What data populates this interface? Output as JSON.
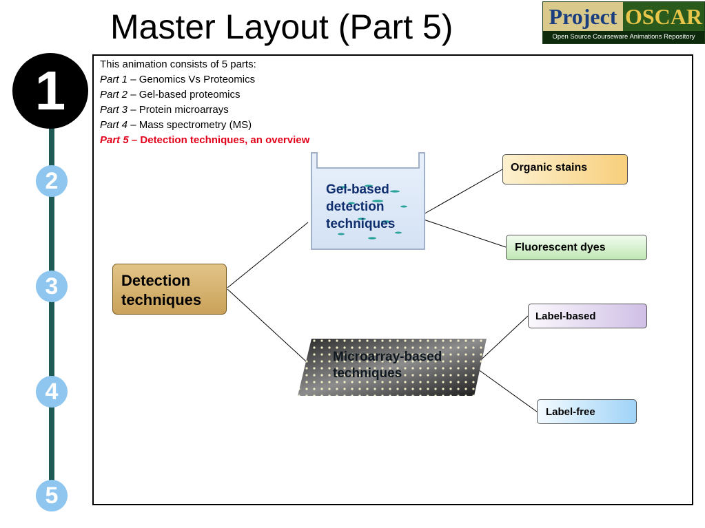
{
  "header": {
    "title": "Master Layout (Part 5)"
  },
  "logo": {
    "word_project": "Project",
    "word_oscar": "OSCAR",
    "subtitle": "Open Source Courseware Animations Repository"
  },
  "timeline": {
    "steps": [
      "1",
      "2",
      "3",
      "4",
      "5"
    ],
    "active_step": 1,
    "colors": {
      "active": "#000000",
      "inactive": "#8fc6ef",
      "line": "#1f5a55"
    }
  },
  "intro": {
    "heading": "This animation consists of 5 parts:",
    "parts": [
      {
        "part": "Part 1",
        "sep": " – ",
        "text": "Genomics Vs Proteomics"
      },
      {
        "part": "Part 2",
        "sep": " – ",
        "text": "Gel-based proteomics"
      },
      {
        "part": "Part 3",
        "sep": " – ",
        "text": "Protein microarrays"
      },
      {
        "part": "Part 4",
        "sep": " – ",
        "text": "Mass spectrometry (MS)"
      },
      {
        "part": "Part 5",
        "sep": " – ",
        "text": "Detection techniques, an overview"
      }
    ],
    "highlight_color": "#e2001a"
  },
  "diagram": {
    "root": {
      "line1": "Detection",
      "line2": "techniques"
    },
    "gel": {
      "line1": "Gel-based",
      "line2": "detection",
      "line3": "techniques"
    },
    "microarray": {
      "line1": "Microarray-based",
      "line2": "techniques"
    },
    "gel_children": [
      "Organic stains",
      "Fluorescent dyes"
    ],
    "micro_children": [
      "Label-based",
      "Label-free"
    ]
  }
}
